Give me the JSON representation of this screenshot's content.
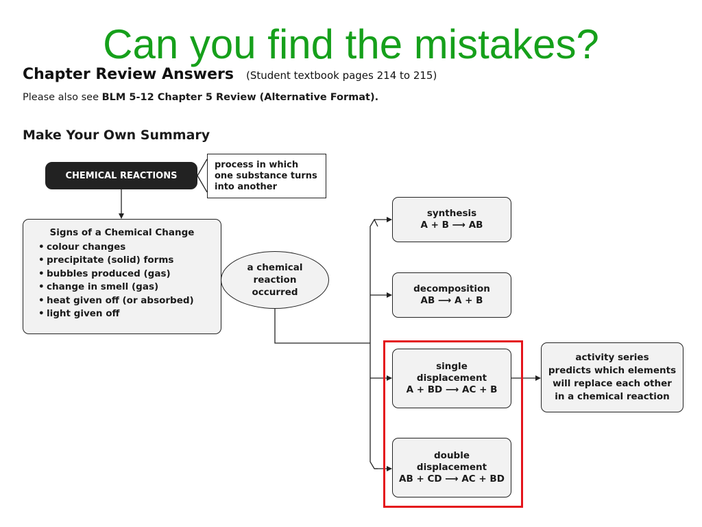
{
  "slide": {
    "title": "Can you find the mistakes?"
  },
  "header": {
    "title": "Chapter Review Answers",
    "pages": "(Student textbook pages 214 to 215)",
    "see_also_prefix": "Please also see ",
    "see_also_bold": "BLM 5-12 Chapter 5 Review (Alternative Format)."
  },
  "section": {
    "title": "Make Your Own Summary"
  },
  "diagram": {
    "main_node": "CHEMICAL REACTIONS",
    "definition": [
      "process in which",
      "one substance turns",
      "into another"
    ],
    "signs": {
      "title": "Signs of a Chemical Change",
      "items": [
        "colour changes",
        "precipitate (solid) forms",
        "bubbles produced (gas)",
        "change in smell (gas)",
        "heat given off (or absorbed)",
        "light given off"
      ]
    },
    "occurred": [
      "a chemical",
      "reaction",
      "occurred"
    ],
    "synthesis": {
      "name": "synthesis",
      "equation": "A + B ⟶ AB"
    },
    "decomposition": {
      "name": "decomposition",
      "equation": "AB ⟶ A + B"
    },
    "single_displacement": {
      "name1": "single",
      "name2": "displacement",
      "equation": "A + BD ⟶ AC + B"
    },
    "double_displacement": {
      "name1": "double",
      "name2": "displacement",
      "equation": "AB + CD ⟶ AC + BD"
    },
    "activity_series": [
      "activity series",
      "predicts which elements",
      "will replace each other",
      "in a chemical reaction"
    ]
  },
  "colors": {
    "title_green": "#16a01b",
    "highlight_red": "#e4141b",
    "box_fill": "#f2f2f2",
    "dark_node": "#222222"
  }
}
